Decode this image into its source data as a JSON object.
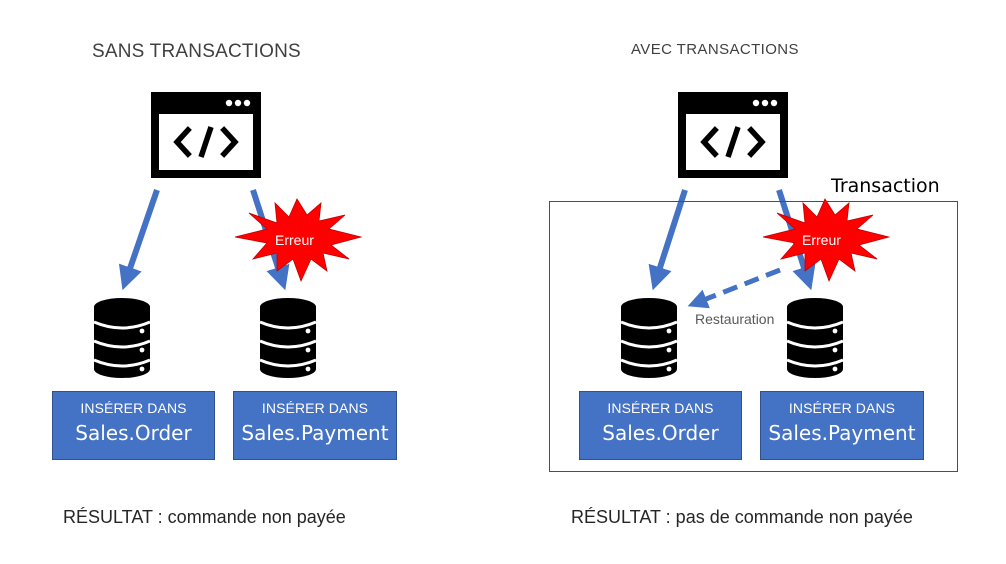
{
  "left_panel": {
    "title": "SANS TRANSACTIONS",
    "error_label": "Erreur",
    "boxes": [
      {
        "line1": "INSÉRER DANS",
        "line2": "Sales.Order"
      },
      {
        "line1": "INSÉRER DANS",
        "line2": "Sales.Payment"
      }
    ],
    "result": "RÉSULTAT : commande non payée"
  },
  "right_panel": {
    "title": "AVEC TRANSACTIONS",
    "frame_label": "Transaction",
    "error_label": "Erreur",
    "rollback_label": "Restauration",
    "boxes": [
      {
        "line1": "INSÉRER DANS",
        "line2": "Sales.Order"
      },
      {
        "line1": "INSÉRER DANS",
        "line2": "Sales.Payment"
      }
    ],
    "result": "RÉSULTAT : pas de commande non payée"
  },
  "icons": {
    "app": "code-window-icon",
    "db": "database-icon",
    "error": "explosion-burst-icon"
  },
  "colors": {
    "arrow": "#4472c4",
    "box_fill": "#4472c4",
    "box_border": "#2f528f",
    "error_burst": "#ff0000",
    "frame_border": "#2f528f"
  }
}
